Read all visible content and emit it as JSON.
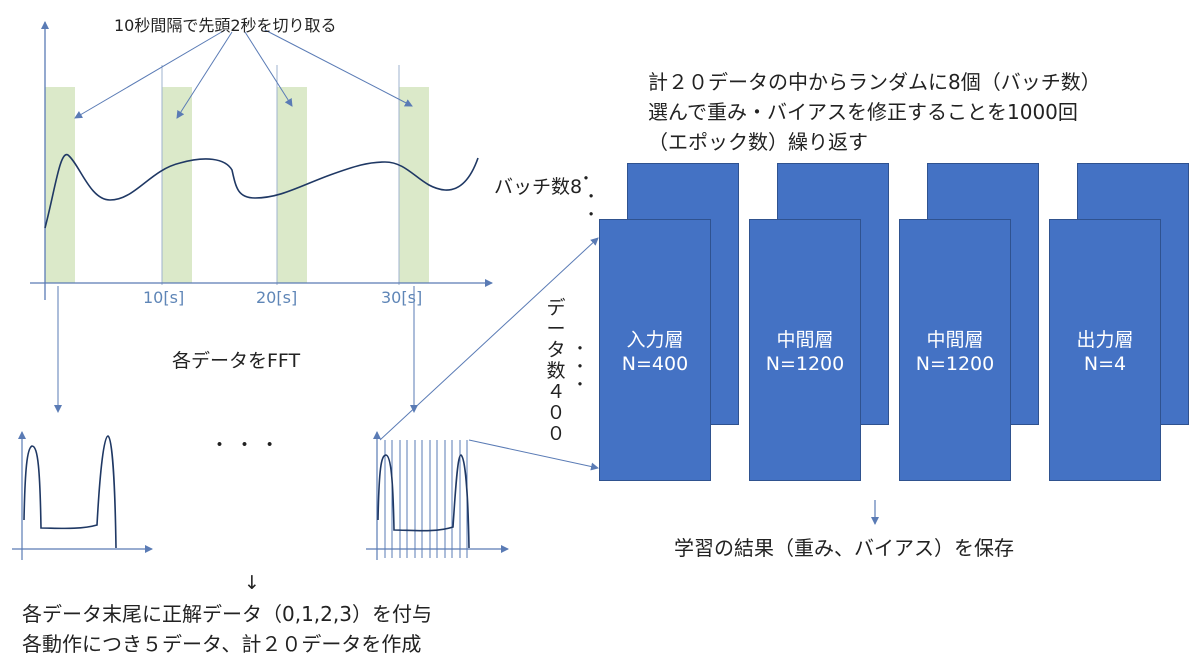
{
  "top_caption": "10秒間隔で先頭2秒を切り取る",
  "time_ticks": [
    "10[s]",
    "20[s]",
    "30[s]"
  ],
  "fft_caption": "各データをFFT",
  "ellipsis": "・ ・ ・",
  "down_arrow": "↓",
  "bottom_caption": [
    "各データ末尾に正解データ（0,1,2,3）を付与",
    "各動作につき５データ、計２０データを作成"
  ],
  "batch_description": [
    "計２０データの中からランダムに8個（バッチ数）",
    "選んで重み・バイアスを修正することを1000回",
    "（エポック数）繰り返す"
  ],
  "batch_label": "バッチ数8",
  "data_count_label": [
    "デ",
    "ー",
    "タ",
    "数",
    "４",
    "０",
    "０"
  ],
  "layers": [
    {
      "name": "入力層",
      "n": "N=400"
    },
    {
      "name": "中間層",
      "n": "N=1200"
    },
    {
      "name": "中間層",
      "n": "N=1200"
    },
    {
      "name": "出力層",
      "n": "N=4"
    }
  ],
  "result_caption": "学習の結果（重み、バイアス）を保存",
  "colors": {
    "box_fill": "#4472c4",
    "box_border": "#2f528f",
    "window_fill": "#dbe9c9",
    "line": "#1f3864",
    "arrow": "#5a7bb5"
  }
}
